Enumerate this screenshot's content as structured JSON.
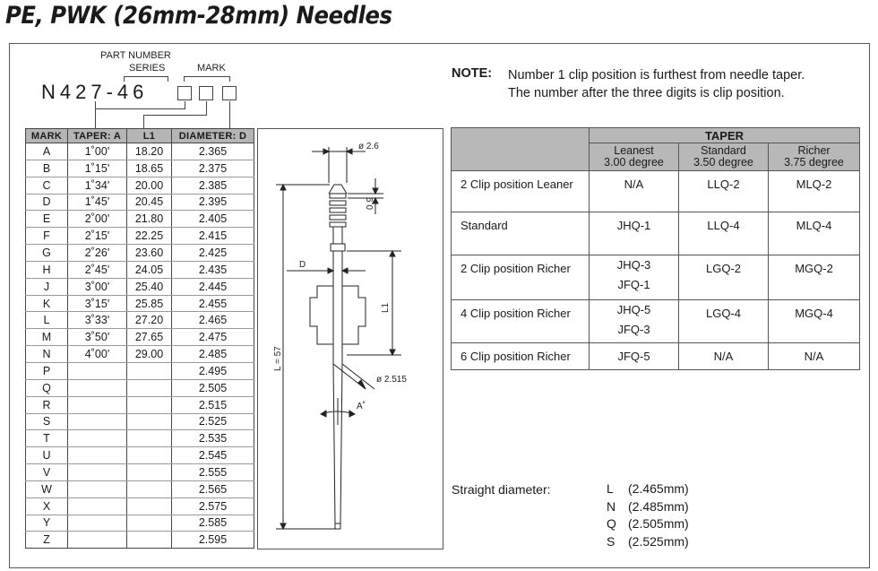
{
  "title": "PE, PWK (26mm-28mm) Needles",
  "part_number": {
    "series_label_1": "PART NUMBER",
    "series_label_2": "SERIES",
    "mark_label": "MARK",
    "code": "N427-46"
  },
  "mark_table": {
    "headers": [
      "MARK",
      "TAPER: A",
      "L1",
      "DIAMETER: D"
    ],
    "rows": [
      [
        "A",
        "1˚00'",
        "18.20",
        "2.365"
      ],
      [
        "B",
        "1˚15'",
        "18.65",
        "2.375"
      ],
      [
        "C",
        "1˚34'",
        "20.00",
        "2.385"
      ],
      [
        "D",
        "1˚45'",
        "20.45",
        "2.395"
      ],
      [
        "E",
        "2˚00'",
        "21.80",
        "2.405"
      ],
      [
        "F",
        "2˚15'",
        "22.25",
        "2.415"
      ],
      [
        "G",
        "2˚26'",
        "23.60",
        "2.425"
      ],
      [
        "H",
        "2˚45'",
        "24.05",
        "2.435"
      ],
      [
        "J",
        "3˚00'",
        "25.40",
        "2.445"
      ],
      [
        "K",
        "3˚15'",
        "25.85",
        "2.455"
      ],
      [
        "L",
        "3˚33'",
        "27.20",
        "2.465"
      ],
      [
        "M",
        "3˚50'",
        "27.65",
        "2.475"
      ],
      [
        "N",
        "4˚00'",
        "29.00",
        "2.485"
      ],
      [
        "P",
        "",
        "",
        "2.495"
      ],
      [
        "Q",
        "",
        "",
        "2.505"
      ],
      [
        "R",
        "",
        "",
        "2.515"
      ],
      [
        "S",
        "",
        "",
        "2.525"
      ],
      [
        "T",
        "",
        "",
        "2.535"
      ],
      [
        "U",
        "",
        "",
        "2.545"
      ],
      [
        "V",
        "",
        "",
        "2.555"
      ],
      [
        "W",
        "",
        "",
        "2.565"
      ],
      [
        "X",
        "",
        "",
        "2.575"
      ],
      [
        "Y",
        "",
        "",
        "2.585"
      ],
      [
        "Z",
        "",
        "",
        "2.595"
      ]
    ]
  },
  "drawing": {
    "dia_top": "ø 2.6",
    "dim_09": "0.9",
    "dim_d": "D",
    "dim_l1": "L1",
    "dim_l": "L = 57",
    "dia_lower": "ø 2.515",
    "angle": "A˚"
  },
  "note": {
    "label": "NOTE:",
    "line1": "Number 1 clip position is furthest from needle taper.",
    "line2": "The number after the three digits is clip position."
  },
  "taper_table": {
    "header": "TAPER",
    "columns": [
      {
        "name": "Leanest",
        "deg": "3.00 degree"
      },
      {
        "name": "Standard",
        "deg": "3.50 degree"
      },
      {
        "name": "Richer",
        "deg": "3.75 degree"
      }
    ],
    "rows": [
      {
        "label": "2 Clip position Leaner",
        "lean": "N/A",
        "std": "LLQ-2",
        "rich": "MLQ-2"
      },
      {
        "label": "Standard",
        "lean": "JHQ-1",
        "std": "LLQ-4",
        "rich": "MLQ-4"
      },
      {
        "label": "2 Clip position Richer",
        "lean": "JHQ-3",
        "lean2": "JFQ-1",
        "std": "LGQ-2",
        "rich": "MGQ-2"
      },
      {
        "label": "4 Clip position Richer",
        "lean": "JHQ-5",
        "lean2": "JFQ-3",
        "std": "LGQ-4",
        "rich": "MGQ-4"
      },
      {
        "label": "6 Clip position Richer",
        "lean": "JFQ-5",
        "std": "N/A",
        "rich": "N/A"
      }
    ]
  },
  "straight_diameter": {
    "label": "Straight diameter:",
    "items": [
      {
        "letter": "L",
        "value": "(2.465mm)"
      },
      {
        "letter": "N",
        "value": "(2.485mm)"
      },
      {
        "letter": "Q",
        "value": "(2.505mm)"
      },
      {
        "letter": "S",
        "value": "(2.525mm)"
      }
    ]
  }
}
